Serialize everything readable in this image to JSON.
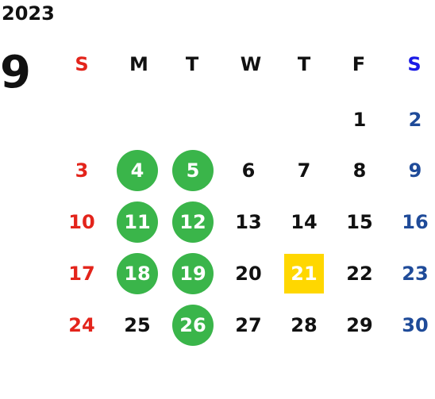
{
  "calendar": {
    "year": "2023",
    "month": "9",
    "weekdays": [
      "S",
      "M",
      "T",
      "W",
      "T",
      "F",
      "S"
    ],
    "colors": {
      "sunday": "#e3241b",
      "saturday": "#1f4b99",
      "saturday_header": "#1a1ae6",
      "highlight_circle": "#3ab54a",
      "today_square": "#ffd700",
      "text": "#111111"
    },
    "days": [
      {
        "n": "1",
        "col": 5,
        "row": 0
      },
      {
        "n": "2",
        "col": 6,
        "row": 0
      },
      {
        "n": "3",
        "col": 0,
        "row": 1
      },
      {
        "n": "4",
        "col": 1,
        "row": 1,
        "mark": "circle"
      },
      {
        "n": "5",
        "col": 2,
        "row": 1,
        "mark": "circle"
      },
      {
        "n": "6",
        "col": 3,
        "row": 1
      },
      {
        "n": "7",
        "col": 4,
        "row": 1
      },
      {
        "n": "8",
        "col": 5,
        "row": 1
      },
      {
        "n": "9",
        "col": 6,
        "row": 1
      },
      {
        "n": "10",
        "col": 0,
        "row": 2
      },
      {
        "n": "11",
        "col": 1,
        "row": 2,
        "mark": "circle"
      },
      {
        "n": "12",
        "col": 2,
        "row": 2,
        "mark": "circle"
      },
      {
        "n": "13",
        "col": 3,
        "row": 2
      },
      {
        "n": "14",
        "col": 4,
        "row": 2
      },
      {
        "n": "15",
        "col": 5,
        "row": 2
      },
      {
        "n": "16",
        "col": 6,
        "row": 2
      },
      {
        "n": "17",
        "col": 0,
        "row": 3
      },
      {
        "n": "18",
        "col": 1,
        "row": 3,
        "mark": "circle"
      },
      {
        "n": "19",
        "col": 2,
        "row": 3,
        "mark": "circle"
      },
      {
        "n": "20",
        "col": 3,
        "row": 3
      },
      {
        "n": "21",
        "col": 4,
        "row": 3,
        "mark": "square"
      },
      {
        "n": "22",
        "col": 5,
        "row": 3
      },
      {
        "n": "23",
        "col": 6,
        "row": 3
      },
      {
        "n": "24",
        "col": 0,
        "row": 4
      },
      {
        "n": "25",
        "col": 1,
        "row": 4
      },
      {
        "n": "26",
        "col": 2,
        "row": 4,
        "mark": "circle"
      },
      {
        "n": "27",
        "col": 3,
        "row": 4
      },
      {
        "n": "28",
        "col": 4,
        "row": 4
      },
      {
        "n": "29",
        "col": 5,
        "row": 4
      },
      {
        "n": "30",
        "col": 6,
        "row": 4
      }
    ]
  }
}
